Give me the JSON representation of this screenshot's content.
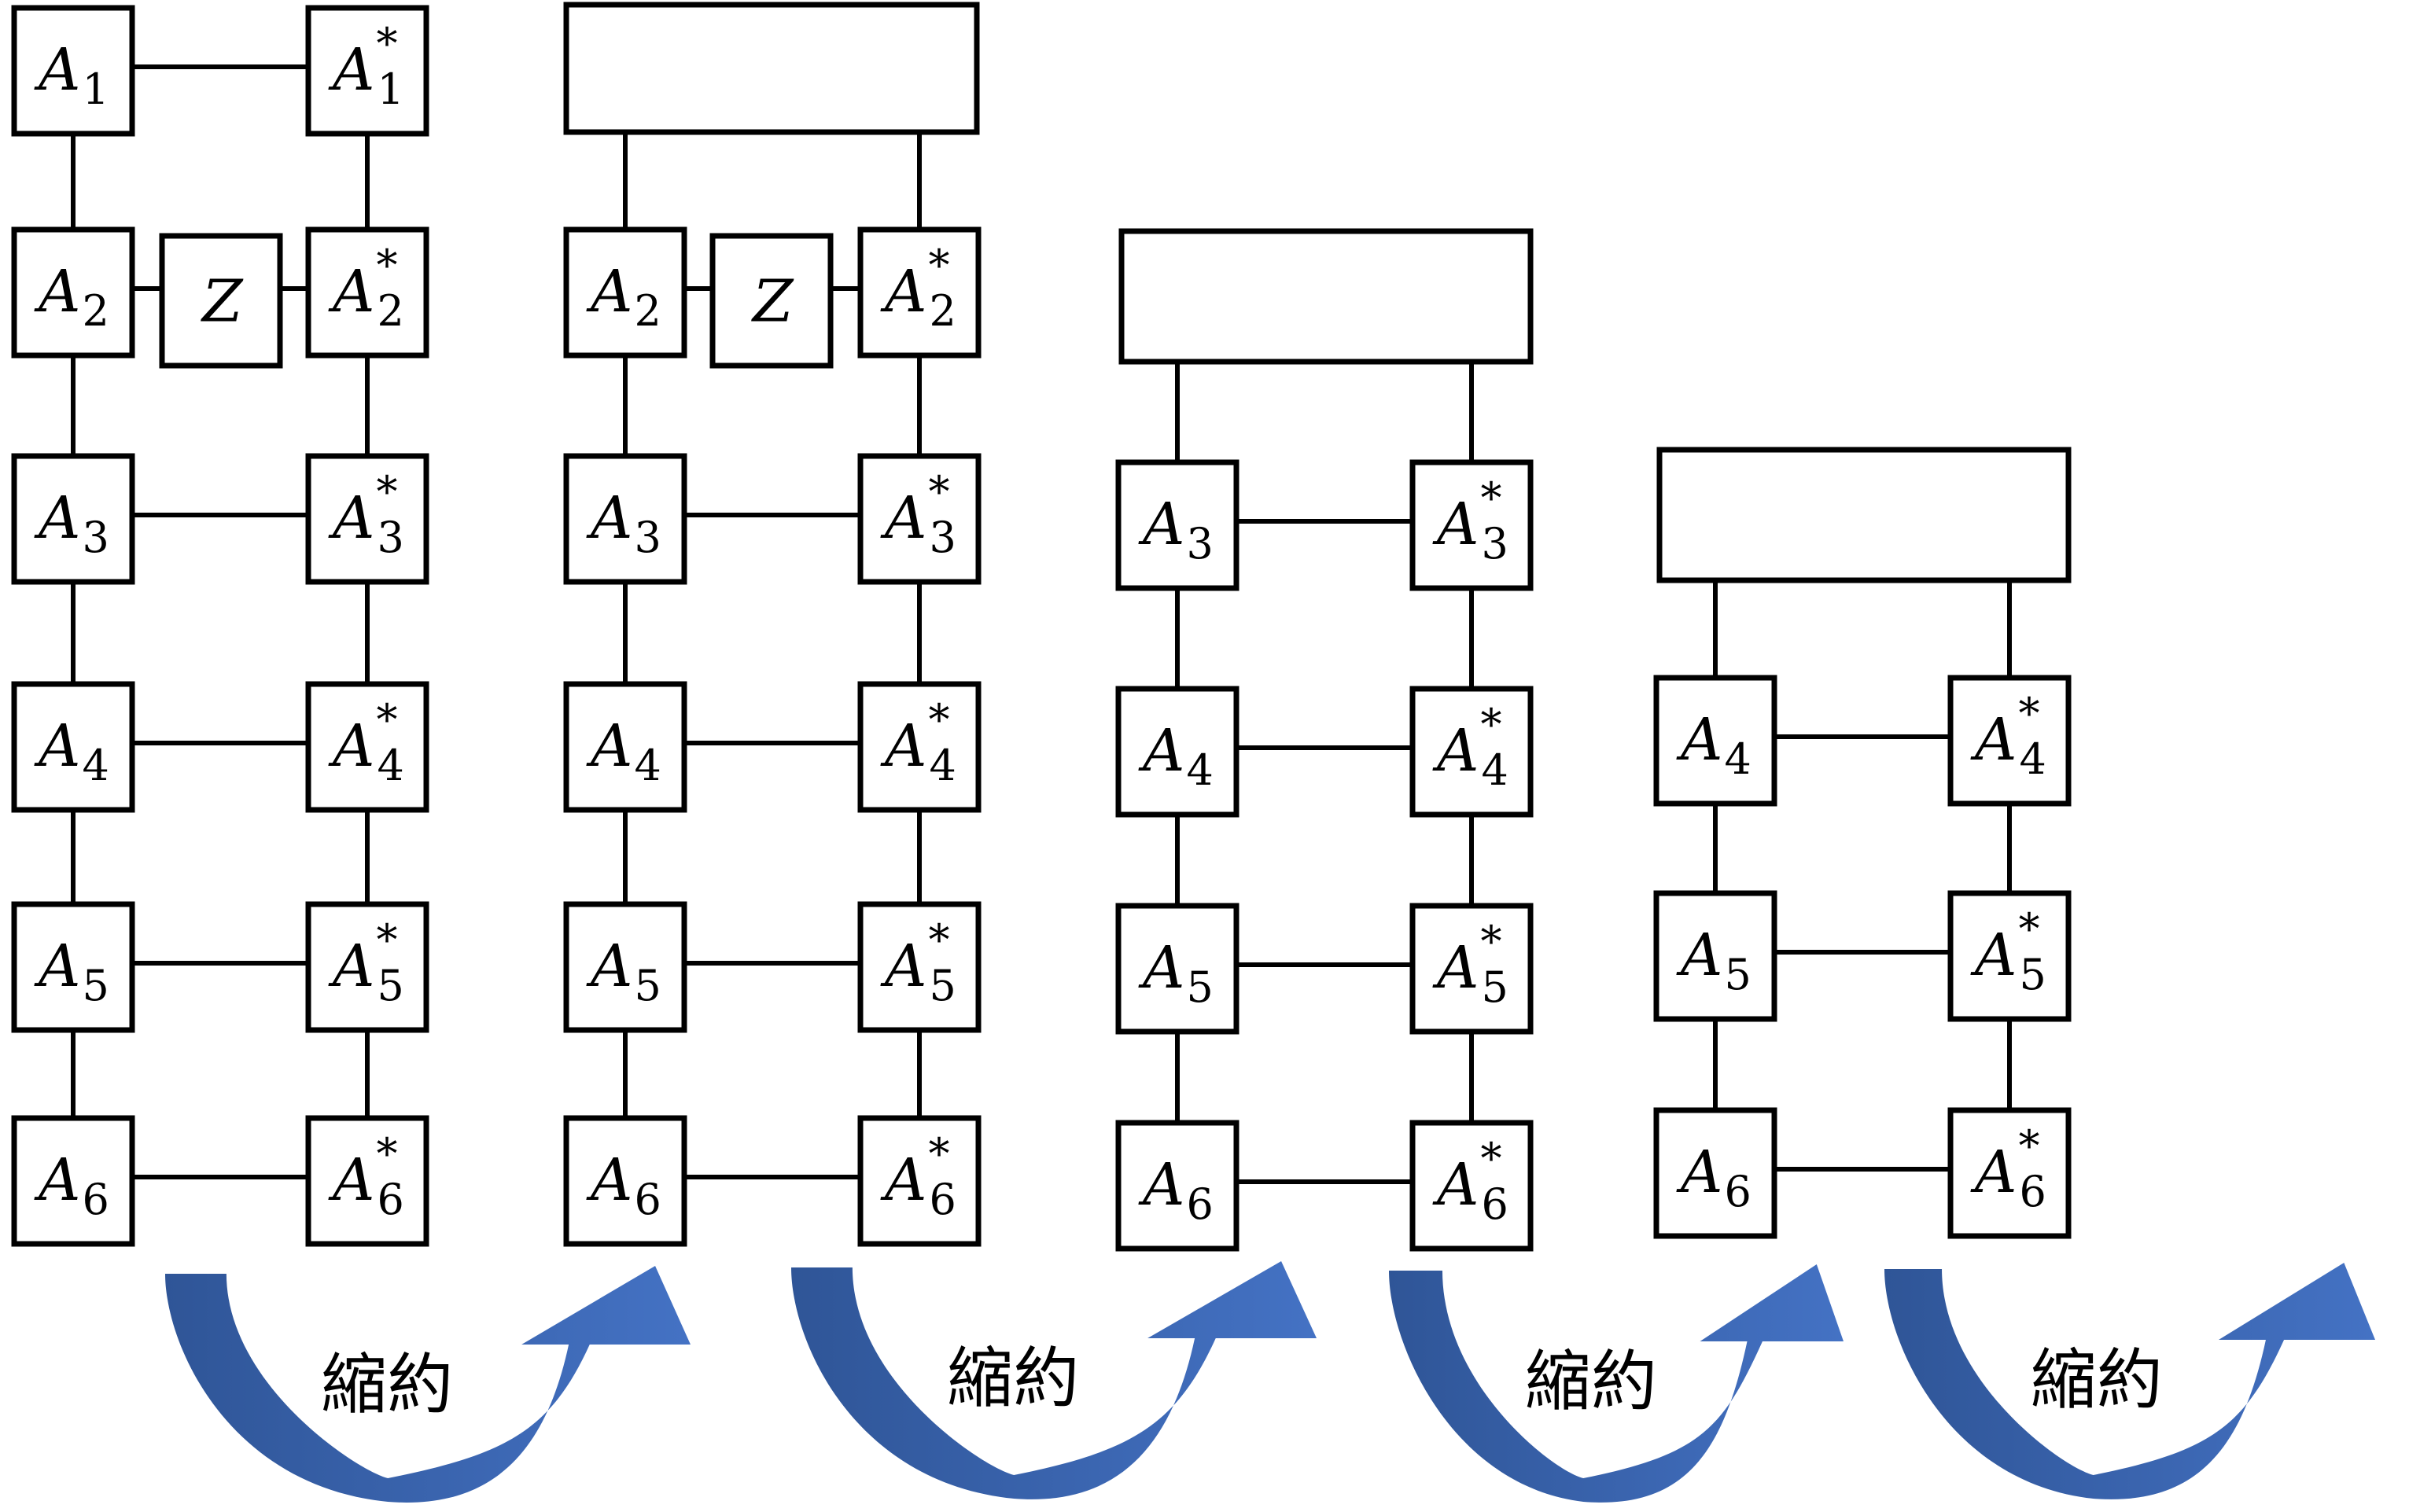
{
  "colors": {
    "arrow_dark": "#2f5597",
    "arrow_light": "#4472c4",
    "stroke": "#000000",
    "box_fill": "#ffffff"
  },
  "stages": [
    {
      "left": [
        {
          "base": "A",
          "sub": "1"
        },
        {
          "base": "A",
          "sub": "2"
        },
        {
          "base": "A",
          "sub": "3"
        },
        {
          "base": "A",
          "sub": "4"
        },
        {
          "base": "A",
          "sub": "5"
        },
        {
          "base": "A",
          "sub": "6"
        }
      ],
      "right": [
        {
          "base": "A",
          "sub": "1",
          "sup": "*"
        },
        {
          "base": "A",
          "sub": "2",
          "sup": "*"
        },
        {
          "base": "A",
          "sub": "3",
          "sup": "*"
        },
        {
          "base": "A",
          "sub": "4",
          "sup": "*"
        },
        {
          "base": "A",
          "sub": "5",
          "sup": "*"
        },
        {
          "base": "A",
          "sub": "6",
          "sup": "*"
        }
      ],
      "operator": {
        "label": "Z"
      }
    },
    {
      "left": [
        {
          "base": "A",
          "sub": "2"
        },
        {
          "base": "A",
          "sub": "3"
        },
        {
          "base": "A",
          "sub": "4"
        },
        {
          "base": "A",
          "sub": "5"
        },
        {
          "base": "A",
          "sub": "6"
        }
      ],
      "right": [
        {
          "base": "A",
          "sub": "2",
          "sup": "*"
        },
        {
          "base": "A",
          "sub": "3",
          "sup": "*"
        },
        {
          "base": "A",
          "sub": "4",
          "sup": "*"
        },
        {
          "base": "A",
          "sub": "5",
          "sup": "*"
        },
        {
          "base": "A",
          "sub": "6",
          "sup": "*"
        }
      ],
      "operator": {
        "label": "Z"
      }
    },
    {
      "left": [
        {
          "base": "A",
          "sub": "3"
        },
        {
          "base": "A",
          "sub": "4"
        },
        {
          "base": "A",
          "sub": "5"
        },
        {
          "base": "A",
          "sub": "6"
        }
      ],
      "right": [
        {
          "base": "A",
          "sub": "3",
          "sup": "*"
        },
        {
          "base": "A",
          "sub": "4",
          "sup": "*"
        },
        {
          "base": "A",
          "sub": "5",
          "sup": "*"
        },
        {
          "base": "A",
          "sub": "6",
          "sup": "*"
        }
      ]
    },
    {
      "left": [
        {
          "base": "A",
          "sub": "4"
        },
        {
          "base": "A",
          "sub": "5"
        },
        {
          "base": "A",
          "sub": "6"
        }
      ],
      "right": [
        {
          "base": "A",
          "sub": "4",
          "sup": "*"
        },
        {
          "base": "A",
          "sub": "5",
          "sup": "*"
        },
        {
          "base": "A",
          "sub": "6",
          "sup": "*"
        }
      ]
    }
  ],
  "arrows": [
    {
      "label": "縮約"
    },
    {
      "label": "縮約"
    },
    {
      "label": "縮約"
    },
    {
      "label": "縮約"
    }
  ]
}
